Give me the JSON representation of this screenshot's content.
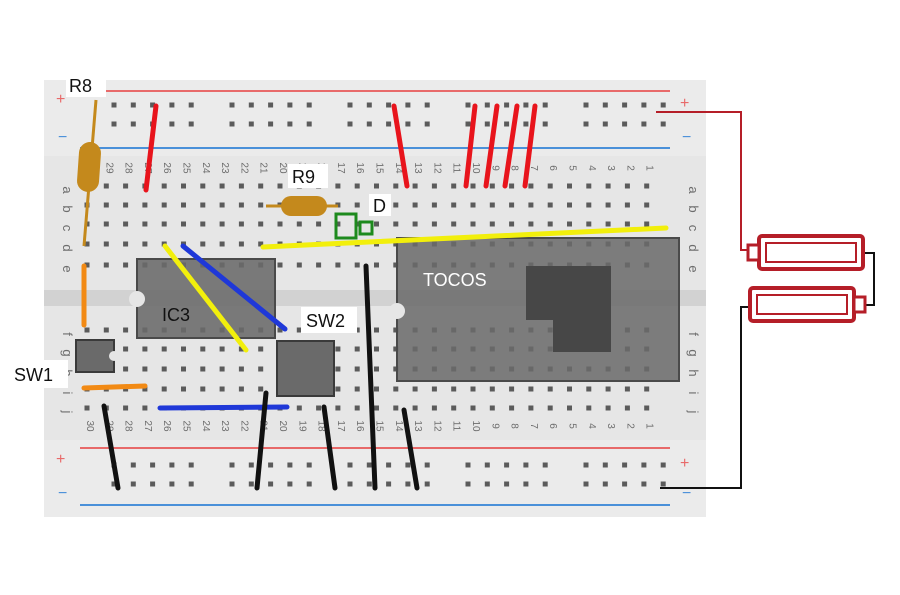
{
  "title": "",
  "labels": {
    "r8": "R8",
    "r9": "R9",
    "d": "D",
    "ic3": "IC3",
    "sw2": "SW2",
    "sw1": "SW1",
    "tocos": "TOCOS"
  },
  "breadboard": {
    "columns_top": [
      "29",
      "28",
      "27",
      "26",
      "25",
      "24",
      "23",
      "22",
      "21",
      "20",
      "19",
      "18",
      "17",
      "16",
      "15",
      "14",
      "13",
      "12",
      "11",
      "10",
      "9",
      "8",
      "7",
      "6",
      "5",
      "4",
      "3",
      "2",
      "1"
    ],
    "columns_bottom": [
      "30",
      "29",
      "28",
      "27",
      "26",
      "25",
      "24",
      "23",
      "22",
      "21",
      "20",
      "19",
      "18",
      "17",
      "16",
      "15",
      "14",
      "13",
      "12",
      "11",
      "10",
      "9",
      "8",
      "7",
      "6",
      "5",
      "4",
      "3",
      "2",
      "1"
    ],
    "rows_top": [
      "a",
      "b",
      "c",
      "d",
      "e"
    ],
    "rows_bottom": [
      "f",
      "g",
      "h",
      "i",
      "j"
    ],
    "rail_plus": "+",
    "rail_minus": "−"
  },
  "colors": {
    "board": "#e6e6e6",
    "rail_red": "#e86a6a",
    "rail_blue": "#4a90d9",
    "wire_red": "#e8141c",
    "wire_black": "#111111",
    "wire_yellow": "#f2ef0c",
    "wire_blue": "#1f38d8",
    "wire_orange": "#f28a14",
    "resistor": "#c4891c",
    "diode": "#1d8a1d",
    "battery": "#b51e28",
    "chip": "#6a6a6a"
  },
  "icons": {
    "battery_1": "battery-icon",
    "battery_2": "battery-icon"
  }
}
